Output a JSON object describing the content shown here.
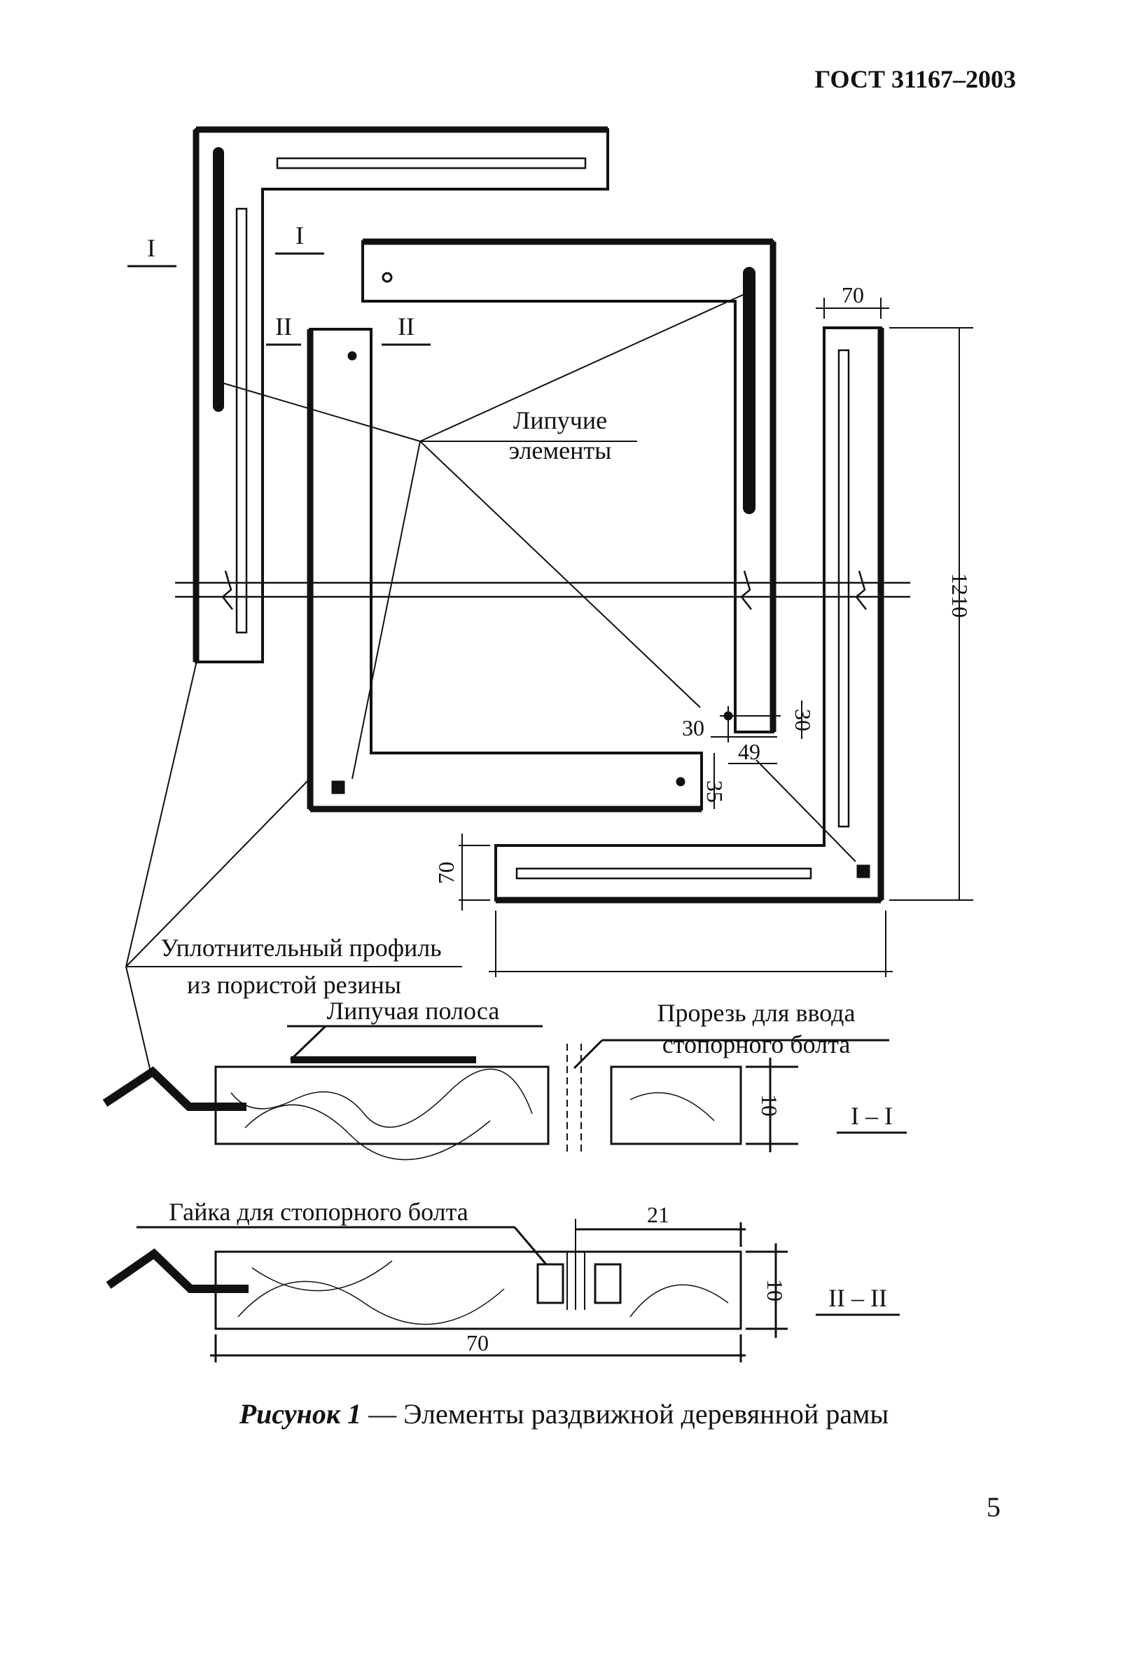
{
  "header": {
    "doc_id": "ГОСТ 31167–2003"
  },
  "labels": {
    "section_I_left": "I",
    "section_I_right": "I",
    "section_II_left": "II",
    "section_II_right": "II",
    "sticky_line1": "Липучие",
    "sticky_line2": "элементы",
    "seal_line1": "Уплотнительный профиль",
    "seal_line2": "из пористой резины",
    "sticky_strip": "Липучая полоса",
    "slot_line1": "Прорезь для ввода",
    "slot_line2": "стопорного болта",
    "nut": "Гайка для стопорного болта",
    "section_I_I": "I – I",
    "section_II_II": "II – II"
  },
  "dimensions": {
    "d70_top": "70",
    "d1210": "1210",
    "d30_left": "30",
    "d30_right": "30",
    "d49": "49",
    "d35": "35",
    "d70_left": "70",
    "d10_I": "10",
    "d21": "21",
    "d10_II": "10",
    "d70_bottom": "70"
  },
  "caption": {
    "figure_label": "Рисунок 1",
    "dash": " — ",
    "text": "Элементы раздвижной деревянной рамы"
  },
  "page_number": "5"
}
